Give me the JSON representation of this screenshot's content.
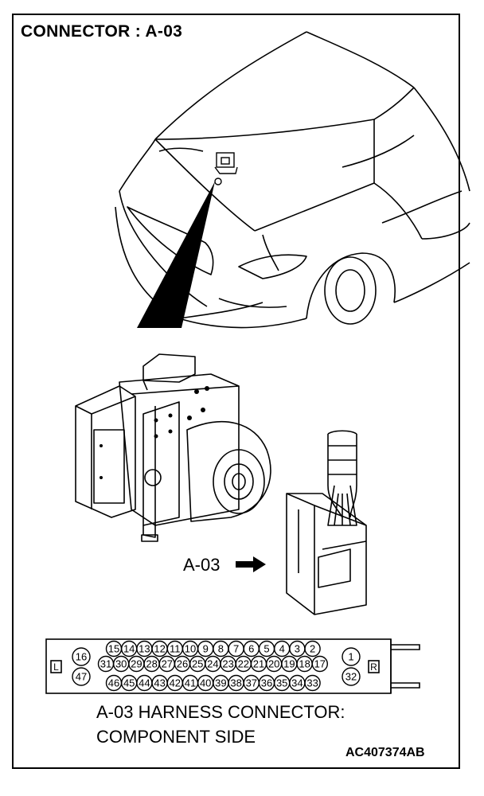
{
  "title": "CONNECTOR : A-03",
  "callout_label": "A-03",
  "connector": {
    "side_left": "L",
    "side_right": "R",
    "pins_top": [
      "15",
      "14",
      "13",
      "12",
      "11",
      "10",
      "9",
      "8",
      "7",
      "6",
      "5",
      "4",
      "3",
      "2"
    ],
    "pins_middle": [
      "31",
      "30",
      "29",
      "28",
      "27",
      "26",
      "25",
      "24",
      "23",
      "22",
      "21",
      "20",
      "19",
      "18",
      "17"
    ],
    "pins_bottom": [
      "46",
      "45",
      "44",
      "43",
      "42",
      "41",
      "40",
      "39",
      "38",
      "37",
      "36",
      "35",
      "34",
      "33"
    ],
    "pin_left_top": "16",
    "pin_left_bottom": "47",
    "pin_right_top": "1",
    "pin_right_bottom": "32"
  },
  "caption_line1": "A-03 HARNESS CONNECTOR:",
  "caption_line2": "COMPONENT SIDE",
  "figure_code": "AC407374AB"
}
